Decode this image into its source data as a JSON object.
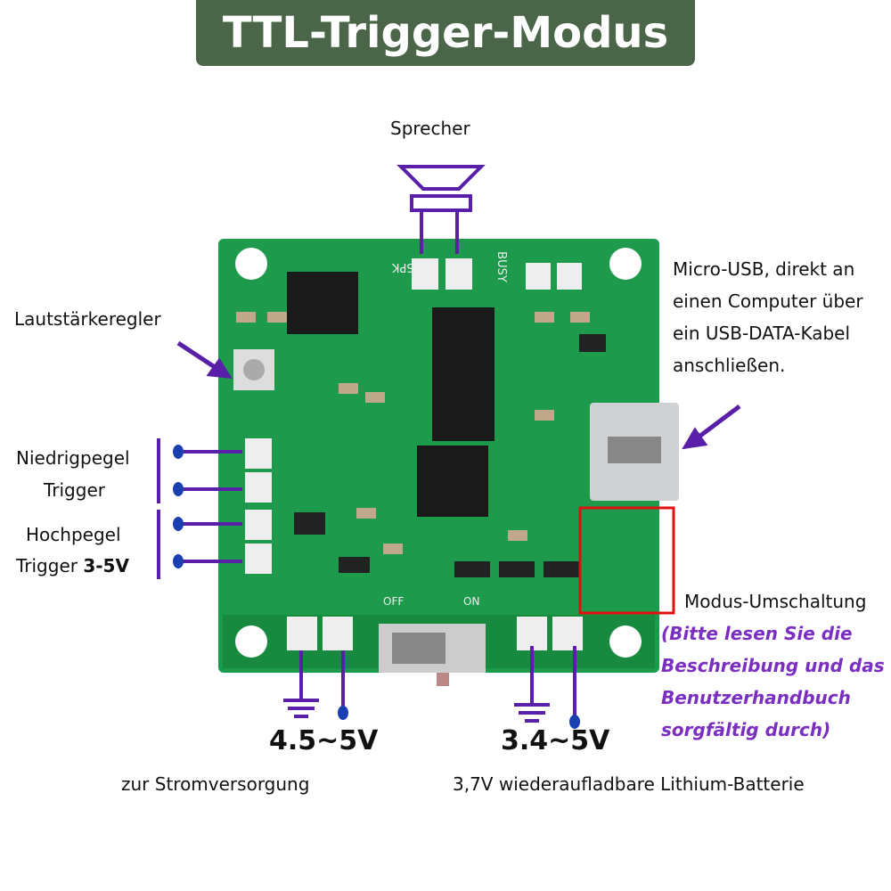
{
  "title": "TTL-Trigger-Modus",
  "labels": {
    "speaker": "Sprecher",
    "volume": "Lautstärkeregler",
    "low_trigger_1": "Niedrigpegel",
    "low_trigger_2": "Trigger",
    "high_trigger_1": "Hochpegel",
    "high_trigger_2": "Trigger",
    "high_trigger_volt": "3-5V",
    "usb": [
      "Micro-USB, direkt an",
      "einen Computer über",
      "ein USB-DATA-Kabel",
      "anschließen."
    ],
    "mode": "Modus-Umschaltung",
    "mode_note": [
      "(Bitte lesen Sie die",
      "Beschreibung und das",
      "Benutzerhandbuch",
      "sorgfältig durch)"
    ],
    "power_volt": "4.5~5V",
    "battery_volt": "3.4~5V",
    "power": "zur Stromversorgung",
    "battery": "3,7V wiederaufladbare Lithium-Batterie"
  },
  "pcb_silkscreen": {
    "spk": "SPK",
    "busy": "BUSY",
    "off": "OFF",
    "on": "ON"
  },
  "colors": {
    "title_bg": "#4b6548",
    "pcb": "#1e9a4c",
    "annotation": "#5a1fa8",
    "highlight": "#e01010"
  }
}
